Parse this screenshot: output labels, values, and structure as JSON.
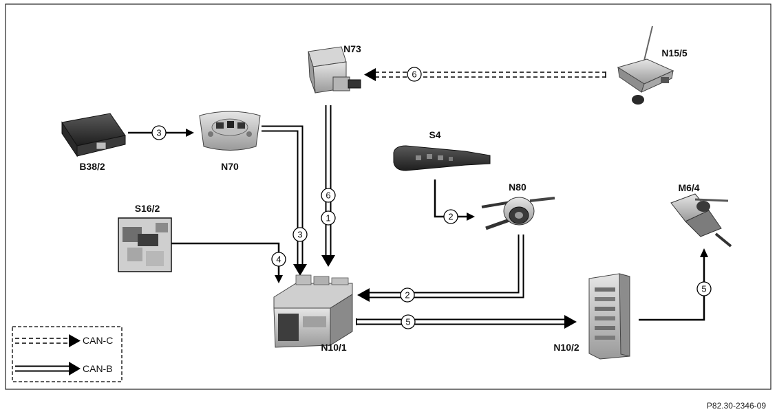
{
  "components": {
    "b38_2": "B38/2",
    "n70": "N70",
    "n73": "N73",
    "n15_5": "N15/5",
    "s4": "S4",
    "n80": "N80",
    "s16_2": "S16/2",
    "n10_1": "N10/1",
    "n10_2": "N10/2",
    "m6_4": "M6/4"
  },
  "connections": [
    {
      "from": "B38/2",
      "to": "N70",
      "number": "3",
      "bus": "direct"
    },
    {
      "from": "N70",
      "to": "N10/1",
      "number": "3",
      "bus": "CAN-B"
    },
    {
      "from": "N15/5",
      "to": "N73",
      "number": "6",
      "bus": "CAN-C"
    },
    {
      "from": "N73",
      "to": "N10/1",
      "number": "6",
      "bus": "CAN-B"
    },
    {
      "from": "N73",
      "to": "N10/1",
      "number": "1",
      "bus": "CAN-B"
    },
    {
      "from": "S4",
      "to": "N80",
      "number": "2",
      "bus": "direct"
    },
    {
      "from": "N80",
      "to": "N10/1",
      "number": "2",
      "bus": "CAN-B"
    },
    {
      "from": "S16/2",
      "to": "N10/1",
      "number": "4",
      "bus": "direct"
    },
    {
      "from": "N10/1",
      "to": "N10/2",
      "number": "5",
      "bus": "CAN-B"
    },
    {
      "from": "N10/2",
      "to": "M6/4",
      "number": "5",
      "bus": "direct"
    }
  ],
  "legend": {
    "can_c": "CAN-C",
    "can_b": "CAN-B"
  },
  "reference": "P82.30-2346-09"
}
